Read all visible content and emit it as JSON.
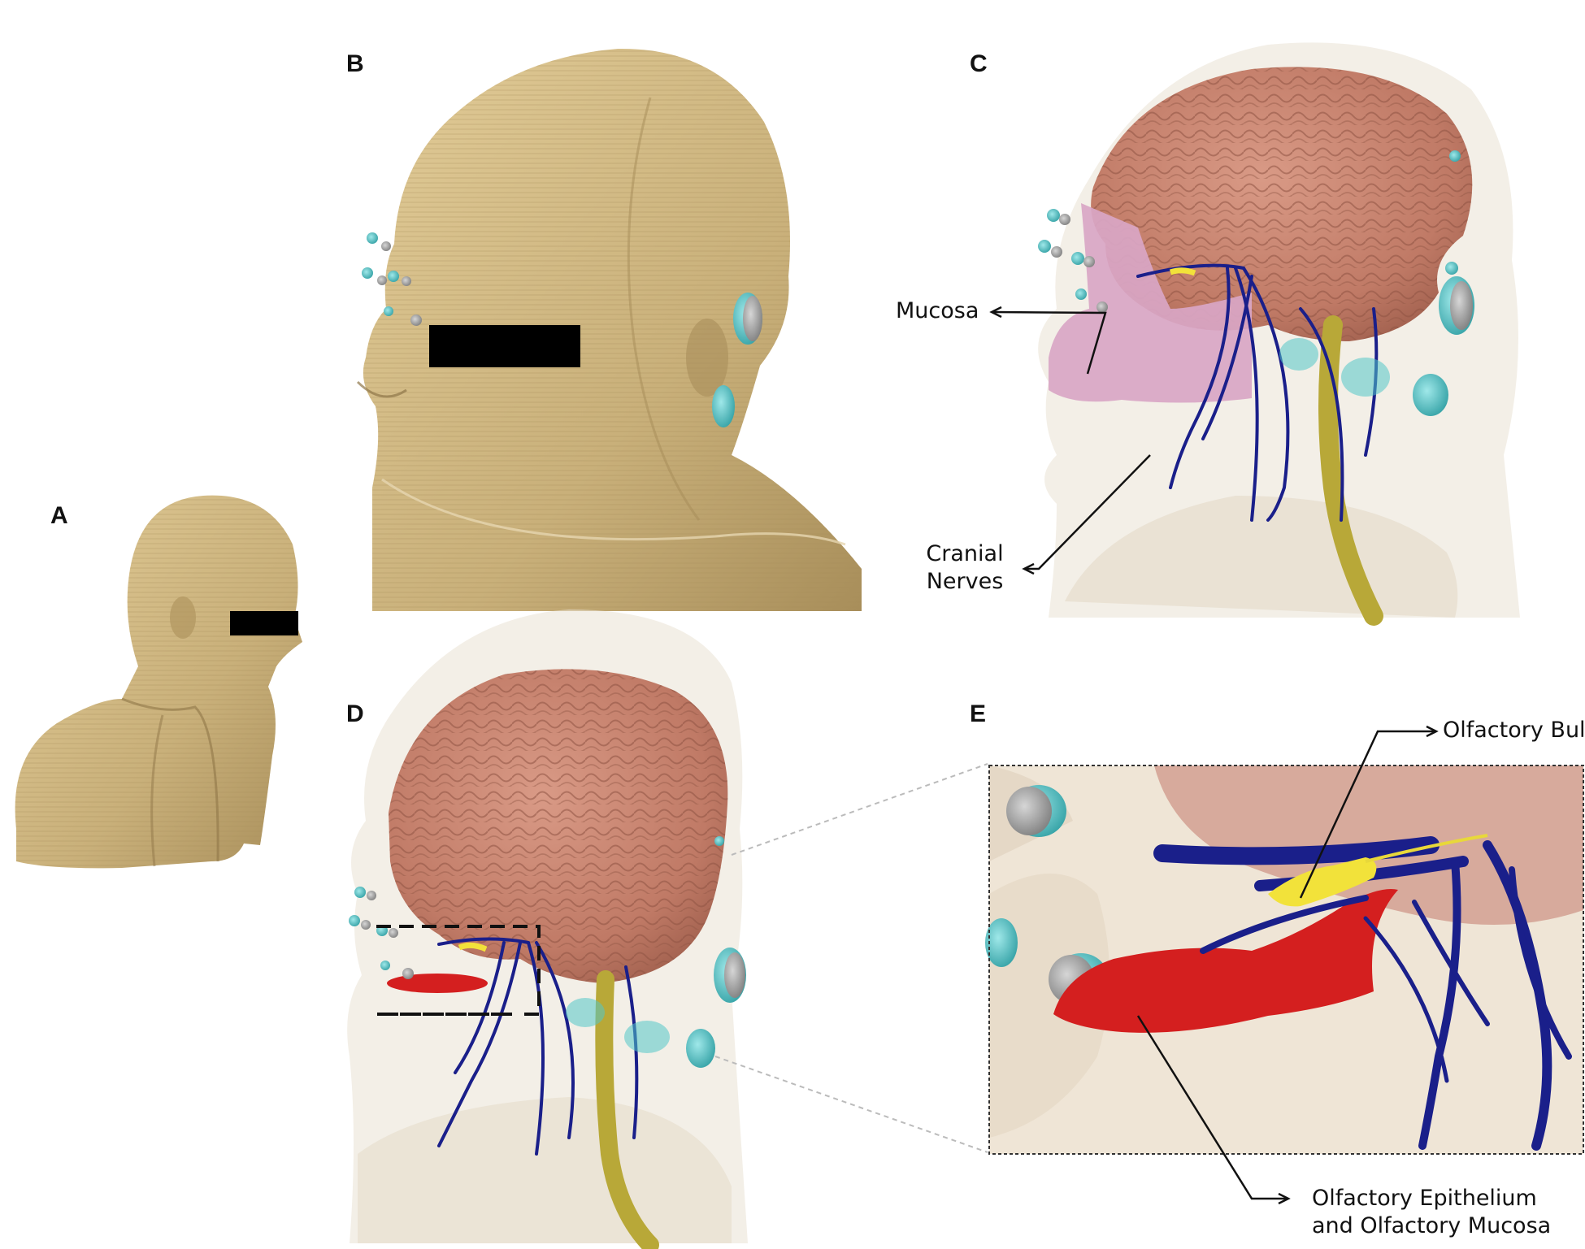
{
  "panels": {
    "a": {
      "letter": "A"
    },
    "b": {
      "letter": "B"
    },
    "c": {
      "letter": "C"
    },
    "d": {
      "letter": "D"
    },
    "e": {
      "letter": "E"
    }
  },
  "labels": {
    "mucosa": "Mucosa",
    "cranial_line1": "Cranial",
    "cranial_line2": "Nerves",
    "olfactory_bulb": "Olfactory Bulb",
    "olf_epi_line1": "Olfactory Epithelium",
    "olf_epi_line2": "and Olfactory Mucosa"
  },
  "colors": {
    "skin": "#c9b07a",
    "brain": "#c98774",
    "mucosa": "#d9a6c6",
    "nerve": "#1a1f8a",
    "spinal_cord": "#b8a838",
    "olfactory_bulb": "#f2e23a",
    "olfactory_epithelium": "#d41f1f",
    "electrode_cyan": "#52c6c8",
    "electrode_grey": "#9a9a9a",
    "tissue": "#e9e1d4"
  }
}
